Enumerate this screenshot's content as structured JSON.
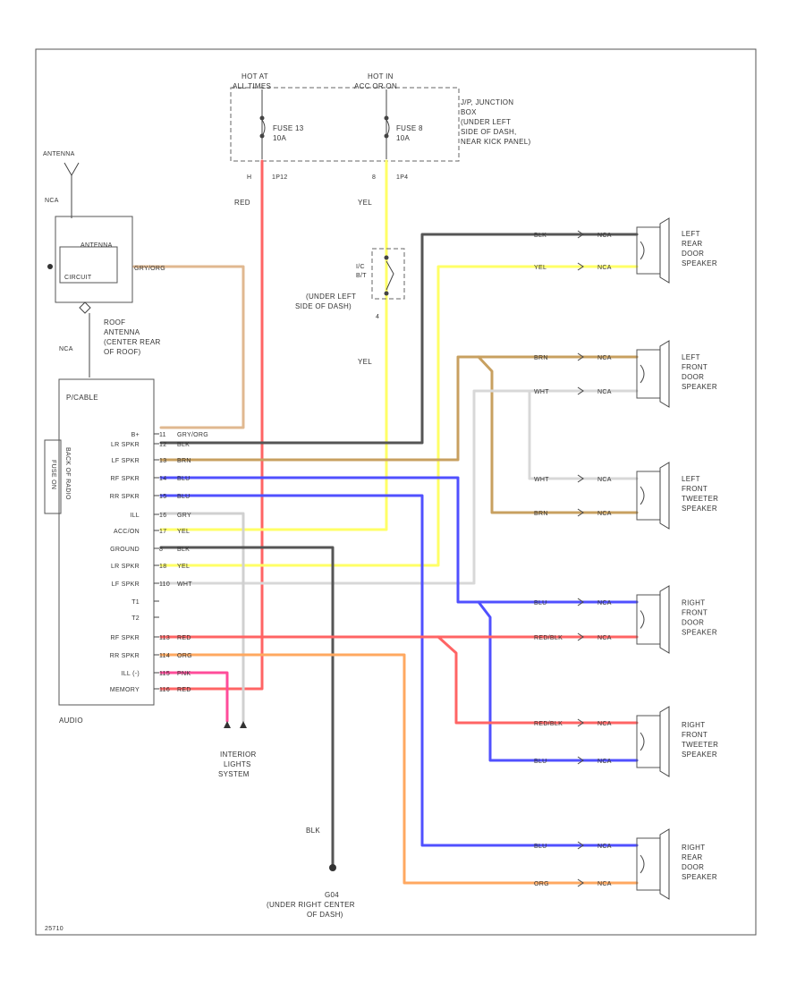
{
  "colors": {
    "red": "#ff5a5a",
    "yellow": "#ffff66",
    "black": "#555555",
    "brown": "#c8a060",
    "blue": "#5050ff",
    "orange": "#ffa860",
    "pink": "#ff4c9a",
    "white": "#cfcfcf",
    "grayorange": "#e0b890"
  },
  "junction_box": {
    "hot_left": [
      "HOT AT",
      "ALL TIMES"
    ],
    "hot_right": [
      "HOT IN",
      "ACC OR ON"
    ],
    "fuse_left": [
      "FUSE 13",
      "10A"
    ],
    "fuse_right": [
      "FUSE 8",
      "10A"
    ],
    "title": [
      "J/P, JUNCTION",
      "BOX",
      "(UNDER LEFT",
      "SIDE OF DASH,",
      "NEAR KICK PANEL)"
    ],
    "pin_left": "H",
    "conn_left": "1P12",
    "pin_right": "8",
    "conn_right": "1P4"
  },
  "wires": {
    "red_label": "RED",
    "yel_label_top": "YEL",
    "yel_label_bottom": "YEL",
    "blk_ground_label": "BLK"
  },
  "circuit_breaker": {
    "label": [
      "I/C",
      "B/T"
    ],
    "pin": "4",
    "location": [
      "(UNDER LEFT",
      "SIDE OF DASH)"
    ]
  },
  "antenna": {
    "antenna_label": "ANTENNA",
    "nca_top": "NCA",
    "nca_bottom": "NCA",
    "ant_circuit_label": [
      "ANTENNA",
      "CIRCUIT"
    ],
    "antenna_wire": "GRY/ORG",
    "roof_antenna": [
      "ROOF",
      "ANTENNA",
      "(CENTER REAR",
      "OF ROOF)"
    ]
  },
  "radio": {
    "title": "P/CABLE",
    "side_note": [
      "FUSE ON",
      "BACK OF RADIO"
    ],
    "name": "AUDIO",
    "pins": [
      {
        "label": "B+",
        "pin": "11",
        "wire": "GRY/ORG"
      },
      {
        "label": "LR SPKR",
        "pin": "12",
        "wire": "BLK"
      },
      {
        "label": "LF SPKR",
        "pin": "13",
        "wire": "BRN"
      },
      {
        "label": "RF SPKR",
        "pin": "14",
        "wire": "BLU"
      },
      {
        "label": "RR SPKR",
        "pin": "15",
        "wire": "BLU"
      },
      {
        "label": "ILL",
        "pin": "16",
        "wire": "GRY"
      },
      {
        "label": "ACC/ON",
        "pin": "17",
        "wire": "YEL"
      },
      {
        "label": "GROUND",
        "pin": "8",
        "wire": "BLK"
      },
      {
        "label": "LR SPKR",
        "pin": "18",
        "wire": "YEL"
      },
      {
        "label": "LF SPKR",
        "pin": "110",
        "wire": "WHT"
      },
      {
        "label": "T1",
        "pin": "",
        "wire": ""
      },
      {
        "label": "T2",
        "pin": "",
        "wire": ""
      },
      {
        "label": "RF SPKR",
        "pin": "113",
        "wire": "RED"
      },
      {
        "label": "RR SPKR",
        "pin": "114",
        "wire": "ORG"
      },
      {
        "label": "ILL (-)",
        "pin": "115",
        "wire": "PNK"
      },
      {
        "label": "MEMORY",
        "pin": "116",
        "wire": "RED"
      }
    ]
  },
  "speakers": [
    {
      "name": [
        "LEFT",
        "REAR",
        "DOOR",
        "SPEAKER"
      ],
      "wire_top": "BLK",
      "wire_bottom": "YEL",
      "conn_top": "NCA",
      "conn_bottom": "NCA"
    },
    {
      "name": [
        "LEFT",
        "FRONT",
        "DOOR",
        "SPEAKER"
      ],
      "wire_top": "BRN",
      "wire_bottom": "WHT",
      "conn_top": "NCA",
      "conn_bottom": "NCA"
    },
    {
      "name": [
        "LEFT",
        "FRONT",
        "TWEETER",
        "SPEAKER"
      ],
      "wire_top": "WHT",
      "wire_bottom": "BRN",
      "conn_top": "NCA",
      "conn_bottom": "NCA"
    },
    {
      "name": [
        "RIGHT",
        "FRONT",
        "DOOR",
        "SPEAKER"
      ],
      "wire_top": "BLU",
      "wire_bottom": "RED/BLK",
      "conn_top": "NCA",
      "conn_bottom": "NCA"
    },
    {
      "name": [
        "RIGHT",
        "FRONT",
        "TWEETER",
        "SPEAKER"
      ],
      "wire_top": "RED/BLK",
      "wire_bottom": "BLU",
      "conn_top": "NCA",
      "conn_bottom": "NCA"
    },
    {
      "name": [
        "RIGHT",
        "REAR",
        "DOOR",
        "SPEAKER"
      ],
      "wire_top": "BLU",
      "wire_bottom": "ORG",
      "conn_top": "NCA",
      "conn_bottom": "NCA"
    }
  ],
  "interior_lights": [
    "INTERIOR",
    "LIGHTS",
    "SYSTEM"
  ],
  "ground": {
    "id": "G04",
    "location": [
      "(UNDER RIGHT CENTER",
      "OF DASH)"
    ]
  },
  "footer_code": "25710"
}
